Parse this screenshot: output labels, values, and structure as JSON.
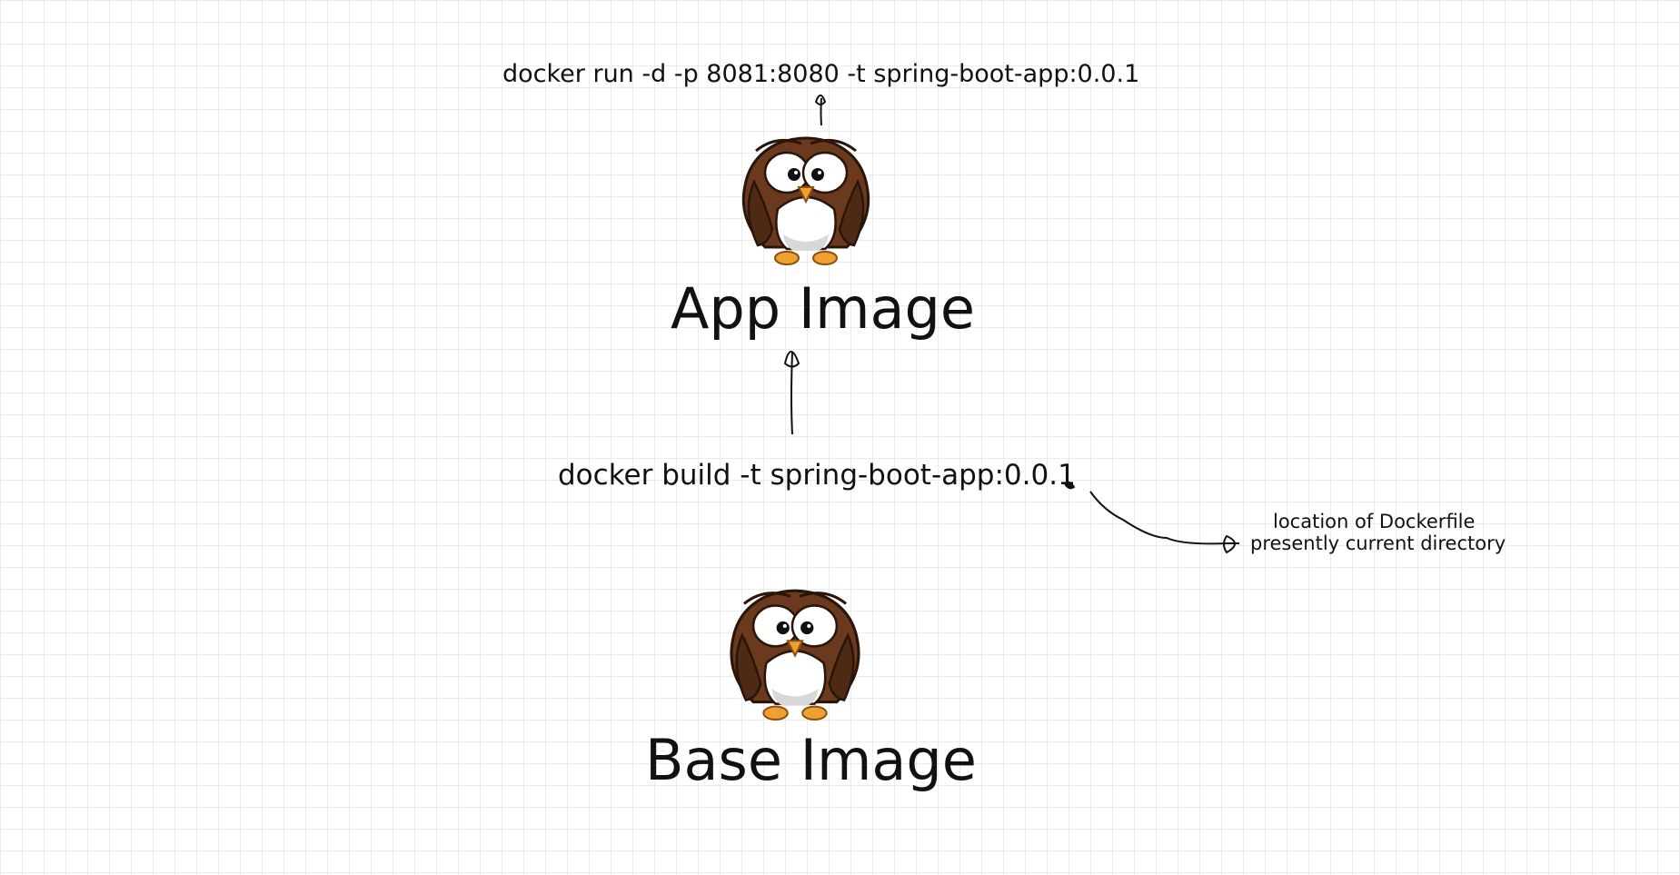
{
  "diagram": {
    "run_command": "docker run -d -p 8081:8080 -t spring-boot-app:0.0.1",
    "app_image_label": "App Image",
    "build_command": "docker build -t spring-boot-app:0.0.1",
    "dockerfile_note_line1": "location of Dockerfile",
    "dockerfile_note_line2": "presently current directory",
    "base_image_label": "Base Image"
  },
  "icons": {
    "app_image": "owl-icon",
    "base_image": "owl-icon"
  },
  "colors": {
    "ink": "#111111",
    "grid": "#ececec",
    "owl_body": "#6b3a1e",
    "owl_belly": "#ffffff",
    "owl_beak": "#f0a030"
  }
}
